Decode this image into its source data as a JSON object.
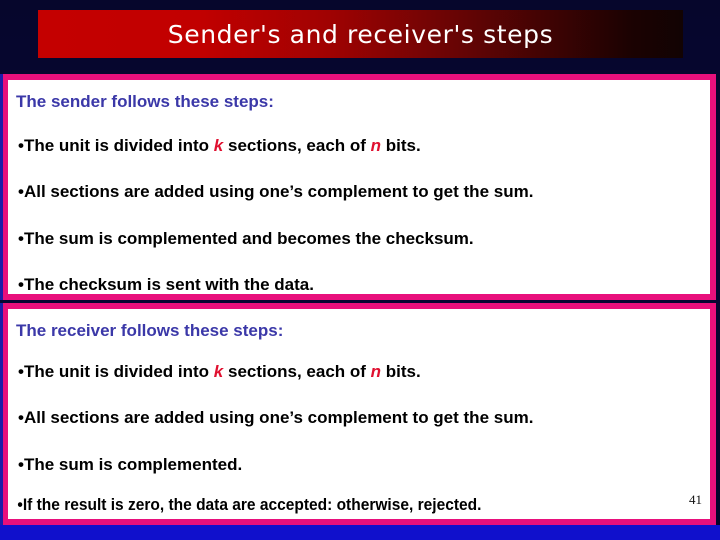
{
  "slide": {
    "title": "Sender's and receiver's steps",
    "page_number": "41",
    "colors": {
      "background": "#06062c",
      "banner_red": "#c40000",
      "banner_dark": "#120303",
      "box_border_pink": "#e8107c",
      "heading_blue": "#3b38a8",
      "variable_red": "#e01030",
      "bottom_strip_blue": "#1010cc",
      "body_black": "#000000",
      "box_background": "#ffffff"
    }
  },
  "sender": {
    "heading": "The sender follows these steps:",
    "bullets": [
      {
        "bullet": "•",
        "parts": [
          {
            "text": "The unit is divided into ",
            "style": "normal"
          },
          {
            "text": "k",
            "style": "variable"
          },
          {
            "text": " sections, each of ",
            "style": "normal"
          },
          {
            "text": "n",
            "style": "variable"
          },
          {
            "text": " bits.",
            "style": "normal"
          }
        ]
      },
      {
        "bullet": "•",
        "parts": [
          {
            "text": "All sections are added using one’s complement to get the sum.",
            "style": "normal"
          }
        ]
      },
      {
        "bullet": "•",
        "parts": [
          {
            "text": "The sum is complemented and becomes the checksum.",
            "style": "normal"
          }
        ]
      },
      {
        "bullet": "•",
        "parts": [
          {
            "text": "The checksum is sent with the data.",
            "style": "normal"
          }
        ]
      }
    ]
  },
  "receiver": {
    "heading": "The receiver follows these steps:",
    "bullets": [
      {
        "bullet": "•",
        "parts": [
          {
            "text": "The unit is divided into ",
            "style": "normal"
          },
          {
            "text": "k",
            "style": "variable"
          },
          {
            "text": " sections, each of ",
            "style": "normal"
          },
          {
            "text": "n",
            "style": "variable"
          },
          {
            "text": " bits.",
            "style": "normal"
          }
        ]
      },
      {
        "bullet": "•",
        "parts": [
          {
            "text": "All sections are added using one’s complement to get the sum.",
            "style": "normal"
          }
        ]
      },
      {
        "bullet": "•",
        "parts": [
          {
            "text": "The sum is complemented.",
            "style": "normal"
          }
        ]
      },
      {
        "bullet": "•",
        "condensed": true,
        "parts": [
          {
            "text": "If the result is zero, the data are accepted: otherwise, rejected.",
            "style": "normal"
          }
        ]
      }
    ]
  }
}
